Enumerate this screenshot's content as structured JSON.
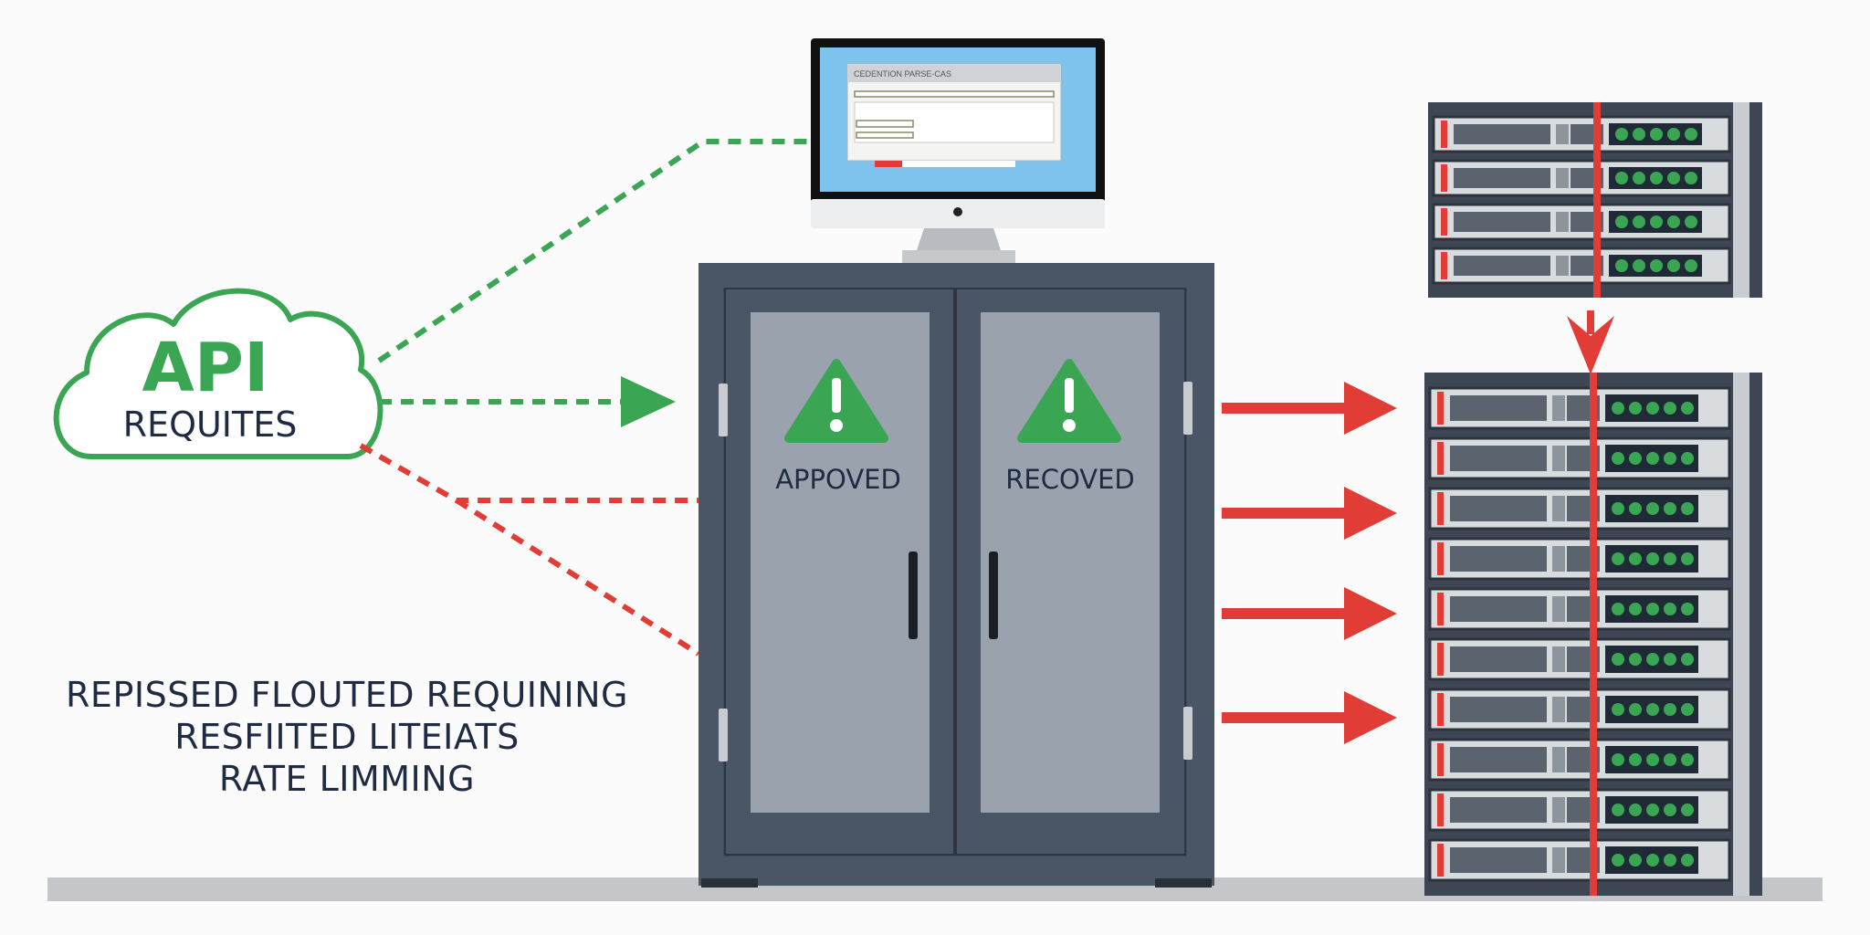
{
  "cloud": {
    "title": "API",
    "subtitle": "REQUITES"
  },
  "monitor": {
    "window_title": "CEDENTION PARSE-CAS"
  },
  "cabinet": {
    "left_door_label": "APPOVED",
    "right_door_label": "RECOVED",
    "warning_icon": "warning-triangle-icon"
  },
  "caption": {
    "lines": [
      "REPISSED FLOUTED REQUINING",
      "RESFIITED LITEIATS",
      "RATE LIMMING"
    ]
  },
  "colors": {
    "approved": "#3aa553",
    "rejected": "#e23c36",
    "cabinet": "#4a5566",
    "door": "#9aa3ad",
    "text_dark": "#1e2b42",
    "screen": "#7dc3ee"
  },
  "server_racks": {
    "top_rack_units": 4,
    "bottom_rack_units": 10
  }
}
